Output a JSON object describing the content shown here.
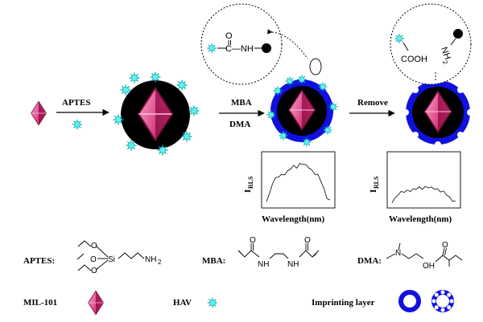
{
  "arrows": {
    "step1": "APTES",
    "step2_top": "MBA",
    "step2_bottom": "DMA",
    "step3": "Remove"
  },
  "zoom_left": {
    "carbonyl_o": "O",
    "bond_text": "C—NH"
  },
  "zoom_right": {
    "cooh": "COOH",
    "nh2": "NH",
    "nh2_sub": "2"
  },
  "spectra": [
    {
      "ylabel": "I",
      "ylabel_sub": "RLS",
      "xlabel": "Wavelength(nm)",
      "chart_data": {
        "type": "line",
        "xlabel": "Wavelength(nm)",
        "ylabel": "IRLS",
        "y": [
          0.05,
          0.2,
          0.45,
          0.55,
          0.6,
          0.62,
          0.65,
          0.7,
          0.78,
          0.82,
          0.8,
          0.86,
          0.88,
          0.84,
          0.8,
          0.72,
          0.66,
          0.62,
          0.5,
          0.3,
          0.12,
          0.05
        ]
      }
    },
    {
      "ylabel": "I",
      "ylabel_sub": "RLS",
      "xlabel": "Wavelength(nm)",
      "chart_data": {
        "type": "line",
        "xlabel": "Wavelength(nm)",
        "ylabel": "IRLS",
        "y": [
          0.03,
          0.1,
          0.2,
          0.24,
          0.26,
          0.27,
          0.28,
          0.3,
          0.33,
          0.34,
          0.33,
          0.35,
          0.36,
          0.34,
          0.33,
          0.3,
          0.27,
          0.25,
          0.2,
          0.12,
          0.06,
          0.03
        ]
      }
    }
  ],
  "legend": {
    "aptes_label": "APTES:",
    "aptes_o1": "O",
    "aptes_o2": "O",
    "aptes_o3": "O",
    "aptes_si": "Si",
    "aptes_nh2": "NH",
    "aptes_nh2_sub": "2",
    "mba_label": "MBA:",
    "mba_o1": "O",
    "mba_o2": "O",
    "mba_nh1": "NH",
    "mba_nh2": "NH",
    "dma_label": "DMA:",
    "dma_n": "N",
    "dma_oh": "OH",
    "dma_o": "O",
    "mil_label": "MIL-101",
    "hav_label": "HAV",
    "layer_label": "Imprinting layer"
  },
  "colors": {
    "crystal": "#e2478a",
    "crystal_dark": "#b0205e",
    "hav": "#33d6d6",
    "core": "#000000",
    "layer": "#1010e0"
  }
}
